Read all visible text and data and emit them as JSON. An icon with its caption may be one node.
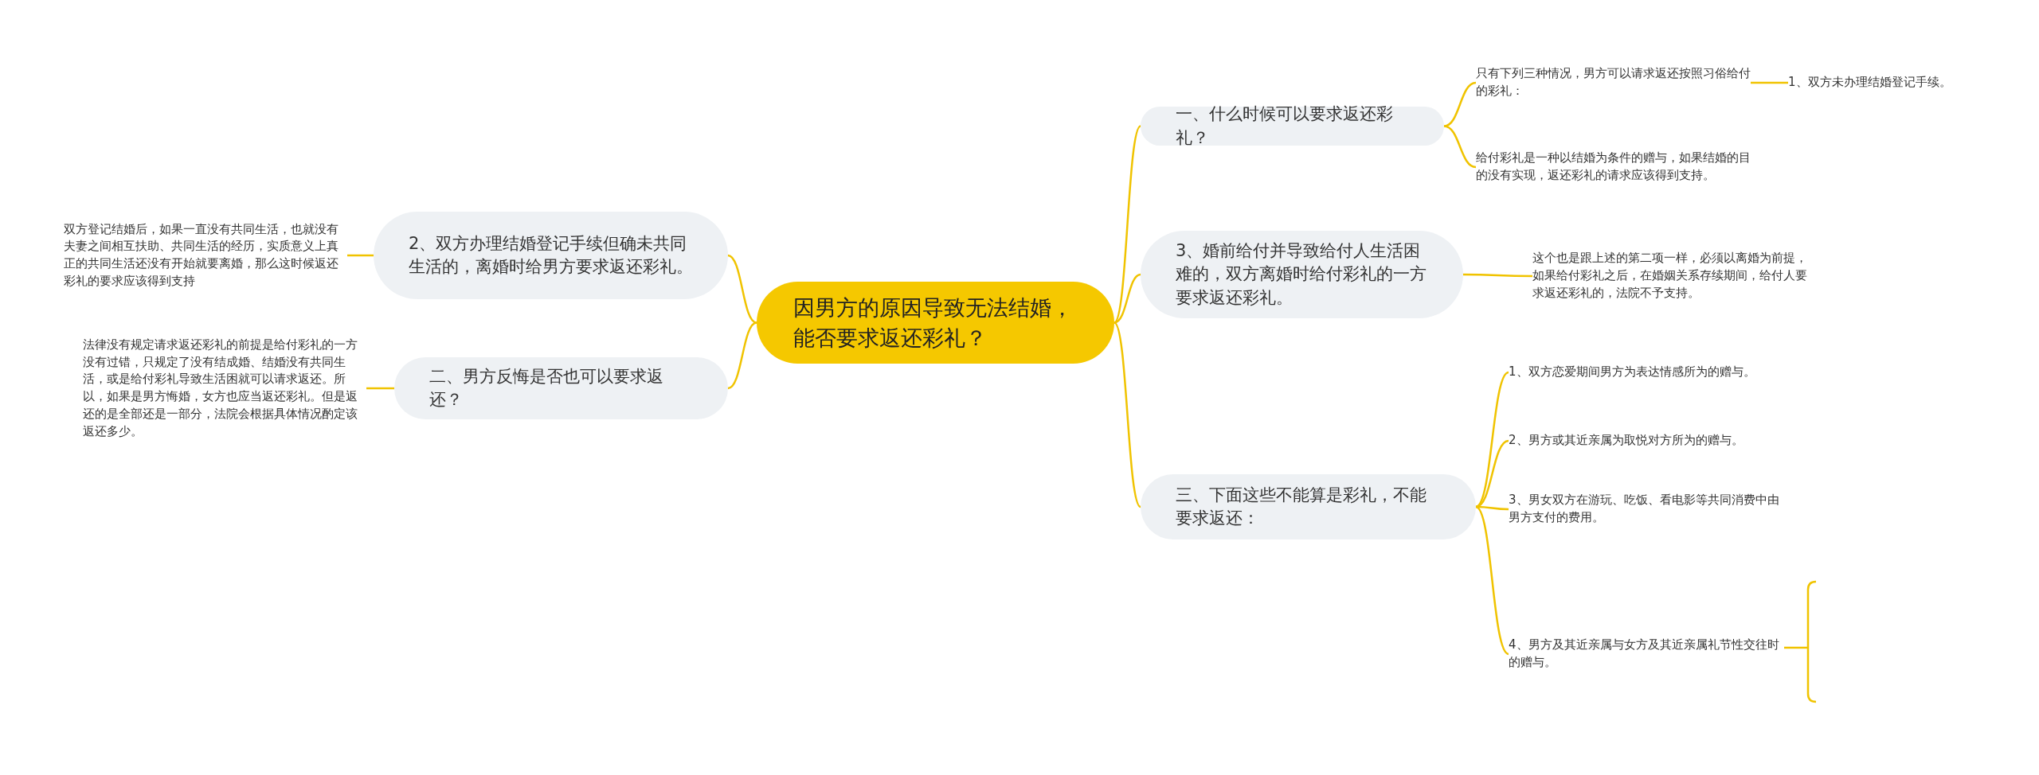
{
  "diagram": {
    "nodes": [
      {
        "text": [
          "因男方的原因导致无法结婚，能否要求返还彩礼？"
        ]
      },
      {
        "text": [
          "一、什么时候可以要求返还彩礼？"
        ]
      },
      {
        "text": [
          "只有下列三种情况，男方可以请求返还按照习俗给付的彩礼："
        ]
      },
      {
        "text": [
          "1、双方未办理结婚登记手续。"
        ]
      },
      {
        "text": [
          "给付彩礼是一种以结婚为条件的赠与，如果结婚的目的没有实现，返还彩礼的请求应该得到支持。"
        ]
      },
      {
        "text": [
          "3、婚前给付并导致给付人生活困难的，双方离婚时给付彩礼的一方要求返还彩礼。"
        ]
      },
      {
        "text": [
          "这个也是跟上述的第二项一样，必须以离婚为前提，如果给付彩礼之后，在婚姻关系存续期间，给付人要求返还彩礼的，法院不予支持。"
        ]
      },
      {
        "text": [
          "三、下面这些不能算是彩礼，不能要求返还："
        ]
      },
      {
        "text": [
          "1、双方恋爱期间男方为表达情感所为的赠与。"
        ]
      },
      {
        "text": [
          "2、男方或其近亲属为取悦对方所为的赠与。"
        ]
      },
      {
        "text": [
          "3、男女双方在游玩、吃饭、看电影等共同消费中由男方支付的费用。"
        ]
      },
      {
        "text": [
          "4、男方及其近亲属与女方及其近亲属礼节性交往时的赠与。"
        ]
      },
      {
        "text": [
          "2、双方办理结婚登记手续但确未共同生活的，离婚时给男方要求返还彩礼。"
        ]
      },
      {
        "text": [
          "双方登记结婚后，如果一直没有共同生活，也就没有夫妻之间相互扶助、共同生活的经历，实质意义上真正的共同生活还没有开始就要离婚，那么这时候返还彩礼的要求应该得到支持"
        ]
      },
      {
        "text": [
          "二、男方反悔是否也可以要求返还？"
        ]
      },
      {
        "text": [
          "法律没有规定请求返还彩礼的前提是给付彩礼的一方没有过错，只规定了没有结成婚、结婚没有共同生活，或是给付彩礼导致生活困就可以请求返还。所以，如果是男方悔婚，女方也应当返还彩礼。但是返还的是全部还是一部分，法院会根据具体情况酌定该返还多少。"
        ]
      }
    ],
    "edges": [
      {
        "from": 0,
        "to": 1,
        "arrow": "none"
      },
      {
        "from": 1,
        "to": 2,
        "arrow": "none"
      },
      {
        "from": 2,
        "to": 3,
        "arrow": "none"
      },
      {
        "from": 1,
        "to": 4,
        "arrow": "none"
      },
      {
        "from": 0,
        "to": 5,
        "arrow": "none"
      },
      {
        "from": 5,
        "to": 6,
        "arrow": "none"
      },
      {
        "from": 0,
        "to": 7,
        "arrow": "none"
      },
      {
        "from": 7,
        "to": 8,
        "arrow": "none"
      },
      {
        "from": 7,
        "to": 9,
        "arrow": "none"
      },
      {
        "from": 7,
        "to": 10,
        "arrow": "none"
      },
      {
        "from": 7,
        "to": 11,
        "arrow": "none"
      },
      {
        "from": 0,
        "to": 12,
        "arrow": "none"
      },
      {
        "from": 12,
        "to": 13,
        "arrow": "none"
      },
      {
        "from": 0,
        "to": 14,
        "arrow": "none"
      },
      {
        "from": 14,
        "to": 15,
        "arrow": "none"
      }
    ]
  }
}
